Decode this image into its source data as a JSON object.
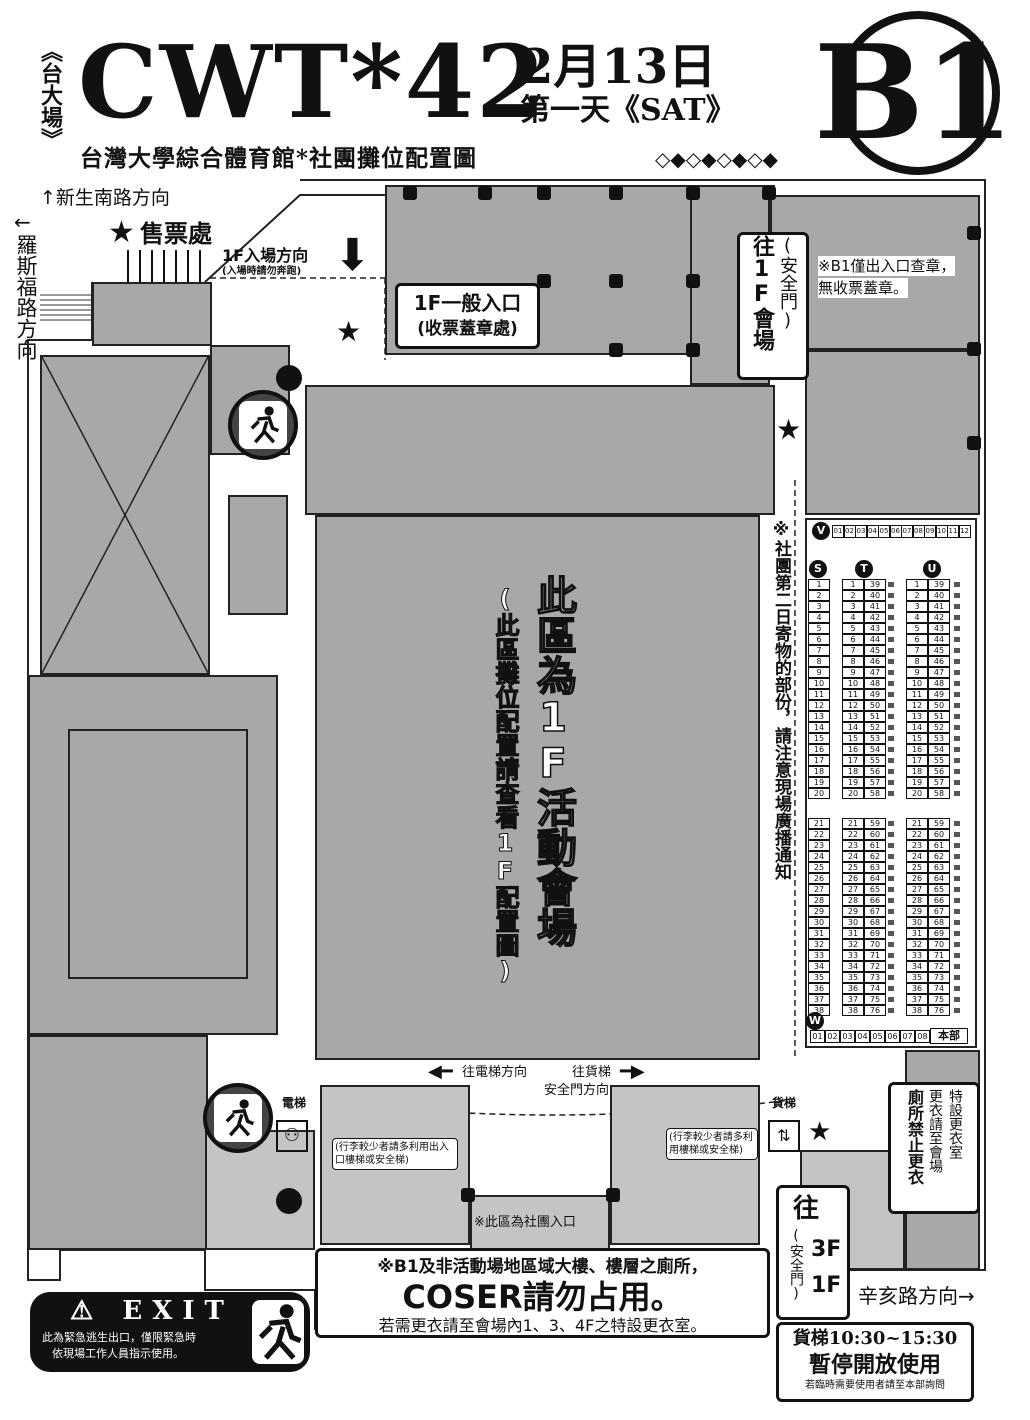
{
  "header": {
    "venue_tag": "《台大場》",
    "event_name": "CWT*42",
    "date": "2月13日",
    "day": "第一天《SAT》",
    "subtitle": "台灣大學綜合體育館*社團攤位配置圖",
    "diamonds": "◇◆◇◆◇◆◇◆",
    "floor": "B1"
  },
  "directions": {
    "north": "↑新生南路方向",
    "west_arrow": "←",
    "west": "羅斯福路方向",
    "east": "辛亥路方向→"
  },
  "labels": {
    "ticket_booth": "售票處",
    "entry_1f": "1F入場方向",
    "entry_1f_note": "(入場時請勿奔跑)",
    "main_entrance": "1F一般入口",
    "main_entrance_note": "(收票蓋章處)",
    "to_1f_venue": "往1F會場",
    "to_1f_venue_note": "(安全門)",
    "b1_stamp_note_1": "※B1僅出入口查章，",
    "b1_stamp_note_2": "無收票蓋章。",
    "central_title": "此區為1F活動會場",
    "central_note": "(此區攤位配置請查看1F配置圖)",
    "storage_note": "※社團第二日寄物的部份，請注意現場廣播通知",
    "to_elevator": "往電梯方向",
    "to_freight_1": "往貨梯",
    "to_freight_2": "安全門方向",
    "elevator": "電梯",
    "freight_elevator": "貨梯",
    "luggage_left": "(行李較少者請多利用出入口樓梯或安全梯)",
    "luggage_right": "(行李較少者請多利用樓梯或安全梯)",
    "club_entrance": "※此區為社團入口",
    "changing_room": "特設更衣室",
    "changing_note": "更衣請至會場",
    "no_changing": "廁所禁止更衣",
    "to_3f": "往",
    "to_3f_note": "(安全門)",
    "to_3f_floors": "3F 1F",
    "hq": "本部"
  },
  "notice": {
    "line1": "※B1及非活動場地區域大樓、樓層之廁所，",
    "line2": "COSER請勿占用。",
    "line3": "若需更衣請至會場內1、3、4F之特設更衣室。"
  },
  "exit_box": {
    "title": "EXIT",
    "line1": "此為緊急逃生出口，僅限緊急時",
    "line2": "依現場工作人員指示使用。"
  },
  "freight_box": {
    "line1": "貨梯10:30~15:30",
    "line2": "暫停開放使用",
    "line3": "若臨時需要使用者請至本部詢問"
  },
  "rows": {
    "V": {
      "label": "V",
      "cells": [
        "01",
        "02",
        "03",
        "04",
        "05",
        "06",
        "07",
        "08",
        "09",
        "10",
        "11",
        "12"
      ]
    },
    "W": {
      "label": "W",
      "cells": [
        "01",
        "02",
        "03",
        "04",
        "05",
        "06",
        "07",
        "08"
      ]
    },
    "S": {
      "label": "S"
    },
    "T": {
      "label": "T"
    },
    "U": {
      "label": "U"
    }
  }
}
